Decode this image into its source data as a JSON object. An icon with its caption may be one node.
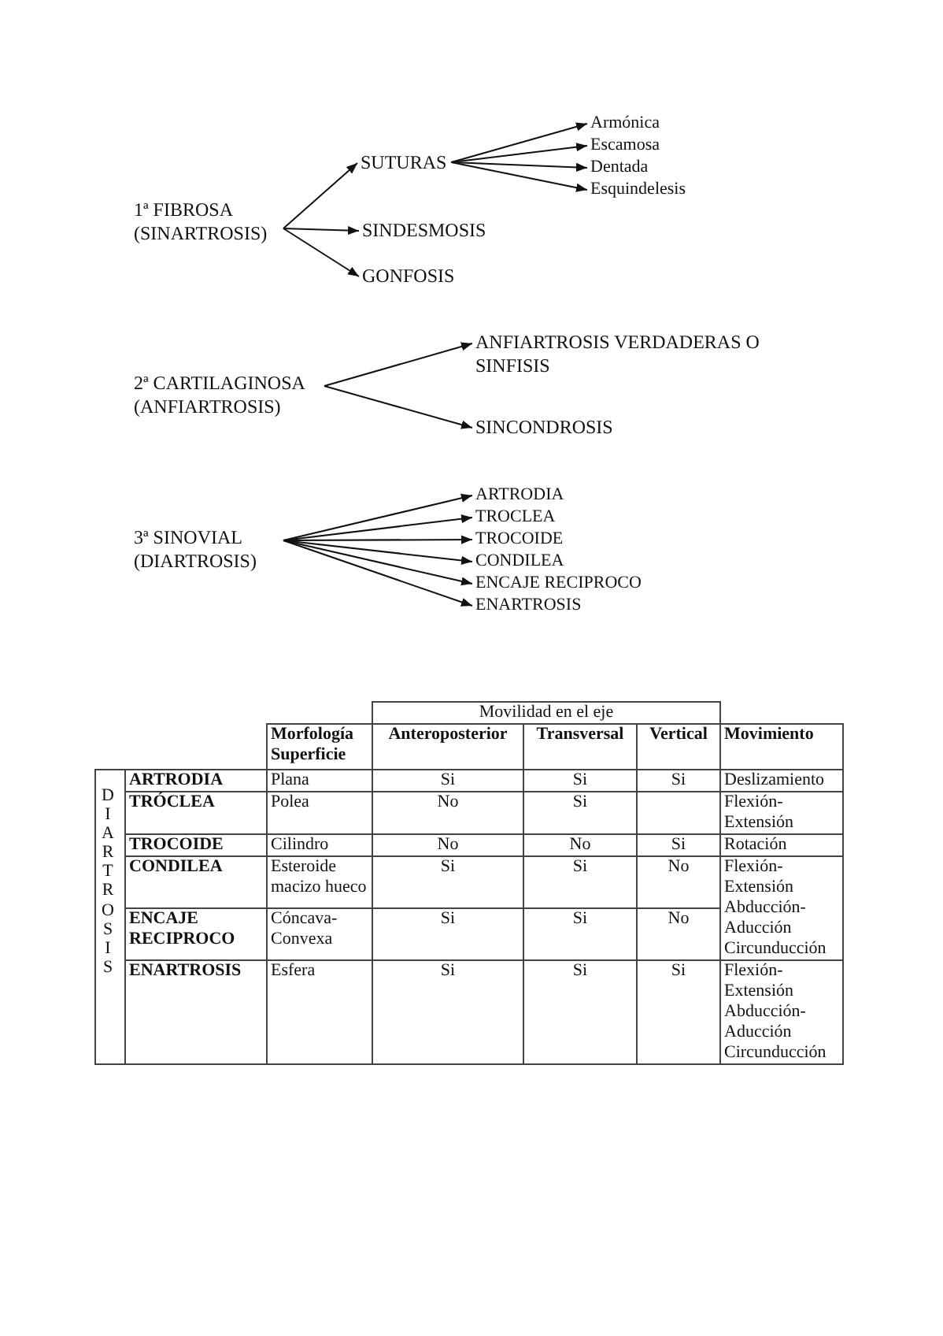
{
  "diagram": {
    "nodes": [
      {
        "text": [
          "1ª FIBROSA (SINARTROSIS)"
        ]
      },
      {
        "text": [
          "SUTURAS"
        ]
      },
      {
        "text": [
          "SINDESMOSIS"
        ]
      },
      {
        "text": [
          "GONFOSIS"
        ]
      },
      {
        "text": [
          "Armónica"
        ]
      },
      {
        "text": [
          "Escamosa"
        ]
      },
      {
        "text": [
          "Dentada"
        ]
      },
      {
        "text": [
          "Esquindelesis"
        ]
      },
      {
        "text": [
          "2ª CARTILAGINOSA (ANFIARTROSIS)"
        ]
      },
      {
        "text": [
          "ANFIARTROSIS VERDADERAS O SINFISIS"
        ]
      },
      {
        "text": [
          "SINCONDROSIS"
        ]
      },
      {
        "text": [
          "3ª SINOVIAL (DIARTROSIS)"
        ]
      },
      {
        "text": [
          "ARTRODIA"
        ]
      },
      {
        "text": [
          "TROCLEA"
        ]
      },
      {
        "text": [
          "TROCOIDE"
        ]
      },
      {
        "text": [
          "CONDILEA"
        ]
      },
      {
        "text": [
          "ENCAJE RECIPROCO"
        ]
      },
      {
        "text": [
          "ENARTROSIS"
        ]
      }
    ],
    "edges": [
      {
        "from": 0,
        "to": 1,
        "arrow": "to"
      },
      {
        "from": 0,
        "to": 2,
        "arrow": "to"
      },
      {
        "from": 0,
        "to": 3,
        "arrow": "to"
      },
      {
        "from": 1,
        "to": 4,
        "arrow": "to"
      },
      {
        "from": 1,
        "to": 5,
        "arrow": "to"
      },
      {
        "from": 1,
        "to": 6,
        "arrow": "to"
      },
      {
        "from": 1,
        "to": 7,
        "arrow": "to"
      },
      {
        "from": 8,
        "to": 9,
        "arrow": "to"
      },
      {
        "from": 8,
        "to": 10,
        "arrow": "to"
      },
      {
        "from": 11,
        "to": 12,
        "arrow": "to"
      },
      {
        "from": 11,
        "to": 13,
        "arrow": "to"
      },
      {
        "from": 11,
        "to": 14,
        "arrow": "to"
      },
      {
        "from": 11,
        "to": 15,
        "arrow": "to"
      },
      {
        "from": 11,
        "to": 16,
        "arrow": "to"
      },
      {
        "from": 11,
        "to": 17,
        "arrow": "to"
      }
    ],
    "labels": [
      "Movilidad en el eje",
      "Morfología Superficie",
      "Anteroposterior",
      "Transversal",
      "Vertical",
      "Movimiento",
      "DIARTROSIS",
      "ARTRODIA",
      "Plana",
      "Si",
      "Si",
      "Si",
      "Deslizamiento",
      "TRÓCLEA",
      "Polea",
      "No",
      "Si",
      "Flexión- Extensión",
      "TROCOIDE",
      "Cilindro",
      "No",
      "No",
      "Si",
      "Rotación",
      "CONDILEA",
      "Esteroide macizo hueco",
      "Si",
      "Si",
      "No",
      "Flexión- Extensión Abducción- Aducción Circunducción",
      "ENCAJE RECIPROCO",
      "Cóncava- Convexa",
      "Si",
      "Si",
      "No",
      "ENARTROSIS",
      "Esfera",
      "Si",
      "Si",
      "Si",
      "Flexión- Extensión Abducción- Aducción Circunducción"
    ]
  }
}
